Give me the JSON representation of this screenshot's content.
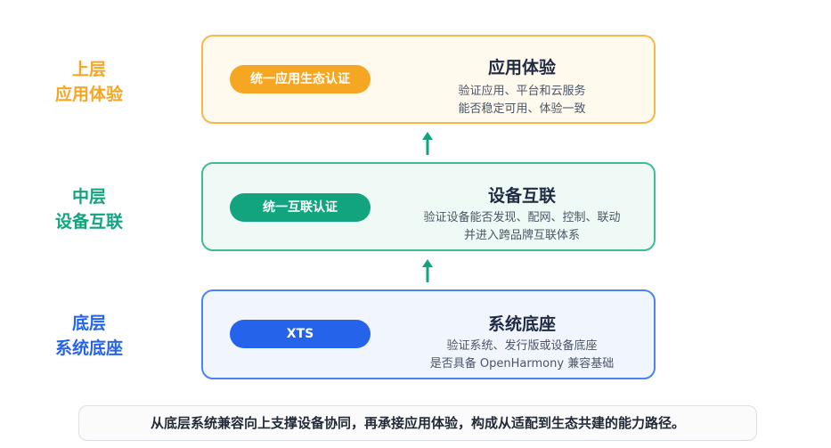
{
  "layers": [
    {
      "side_line1": "上层",
      "side_line2": "应用体验",
      "badge": "统一应用生态认证",
      "title": "应用体验",
      "desc_line1": "验证应用、平台和云服务",
      "desc_line2": "能否稳定可用、体验一致",
      "color": "#f5a623"
    },
    {
      "side_line1": "中层",
      "side_line2": "设备互联",
      "badge": "统一互联认证",
      "title": "设备互联",
      "desc_line1": "验证设备能否发现、配网、控制、联动",
      "desc_line2": "并进入跨品牌互联体系",
      "color": "#12a37f"
    },
    {
      "side_line1": "底层",
      "side_line2": "系统底座",
      "badge": "XTS",
      "title": "系统底座",
      "desc_line1": "验证系统、发行版或设备底座",
      "desc_line2": "是否具备 OpenHarmony 兼容基础",
      "color": "#2563eb"
    }
  ],
  "arrow_color": "#12a37f",
  "summary": "从底层系统兼容向上支撑设备协同，再承接应用体验，构成从适配到生态共建的能力路径。"
}
